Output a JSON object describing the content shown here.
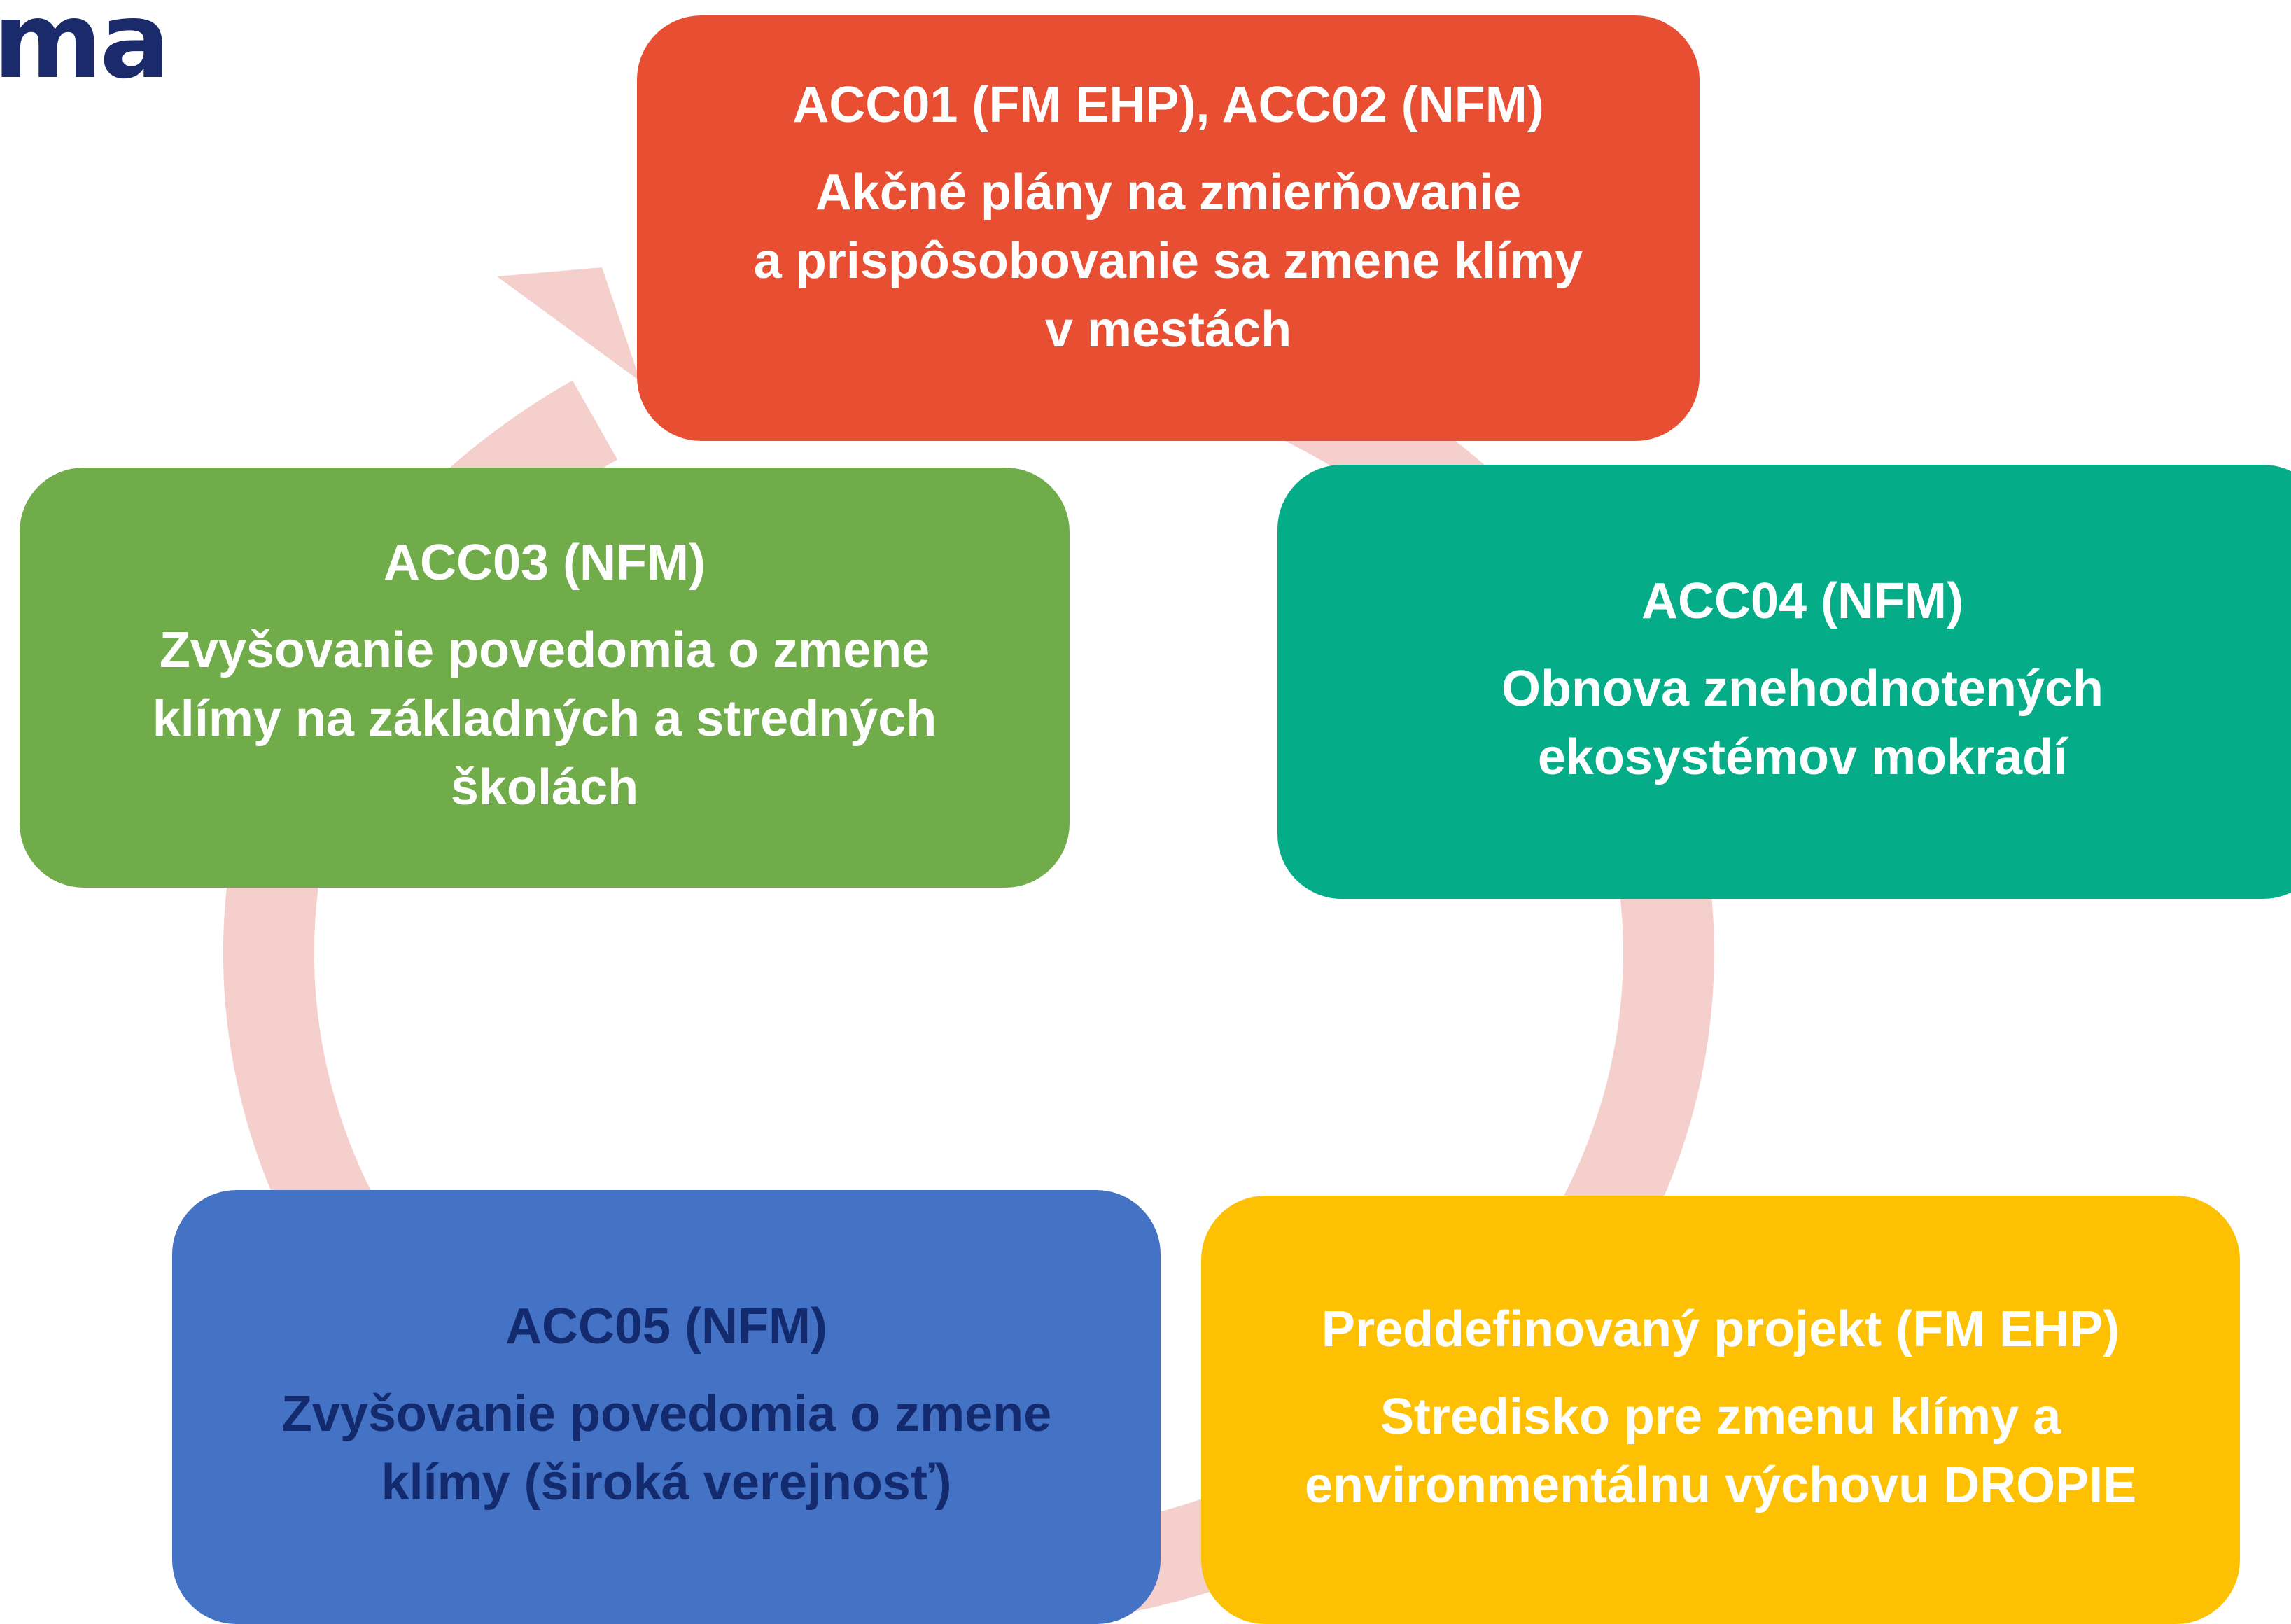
{
  "header": {
    "partial_title": "ma"
  },
  "colors": {
    "acc01": "#e84e31",
    "acc03": "#71ac4b",
    "acc04": "#04ac87",
    "acc05": "#4472c5",
    "dropie": "#fec003",
    "cycle_ring": "#f5cfcc",
    "title": "#1b2a6b"
  },
  "nodes": {
    "acc01": {
      "heading": "ACC01 (FM EHP), ACC02 (NFM)",
      "lines": [
        "Akčné plány na zmierňovanie",
        "a prispôsobovanie sa zmene klímy",
        "v mestách"
      ]
    },
    "acc04": {
      "heading": "ACC04 (NFM)",
      "lines": [
        "Obnova znehodnotených",
        "ekosystémov mokradí"
      ]
    },
    "dropie": {
      "heading": "Preddefinovaný projekt (FM EHP)",
      "lines": [
        "Stredisko pre zmenu klímy a",
        "environmentálnu výchovu DROPIE"
      ]
    },
    "acc05": {
      "heading": "ACC05 (NFM)",
      "lines": [
        "Zvyšovanie povedomia o zmene",
        "klímy (široká verejnosť)"
      ]
    },
    "acc03": {
      "heading": "ACC03 (NFM)",
      "lines": [
        "Zvyšovanie povedomia o zmene",
        "klímy na základných a stredných",
        "školách"
      ]
    }
  }
}
